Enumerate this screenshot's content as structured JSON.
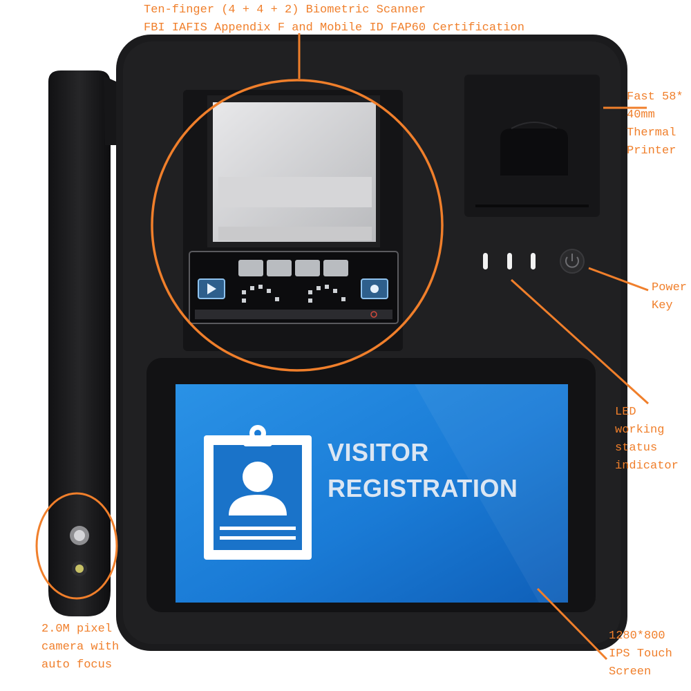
{
  "callouts": {
    "scanner": "Ten-finger (4 + 4 + 2) Biometric Scanner\nFBI IAFIS Appendix F and Mobile ID FAP60 Certification",
    "printer": "Fast 58*\n40mm\nThermal\nPrinter",
    "power": "Power\nKey",
    "led": "LED\nworking\nstatus\nindicator",
    "camera": "2.0M pixel\ncamera with\nauto focus",
    "screen": "1280*800\nIPS Touch\nScreen"
  },
  "screen": {
    "title_line1": "VISITOR",
    "title_line2": "REGISTRATION"
  },
  "icons": {
    "play": "play-icon",
    "record": "record-icon",
    "power": "power-icon",
    "id-badge": "id-badge-icon"
  },
  "colors": {
    "accent": "#f07f2b",
    "device": "#1b1b1d",
    "screen_blue": "#1a7fd8",
    "screen_text": "#dbe6f3"
  }
}
